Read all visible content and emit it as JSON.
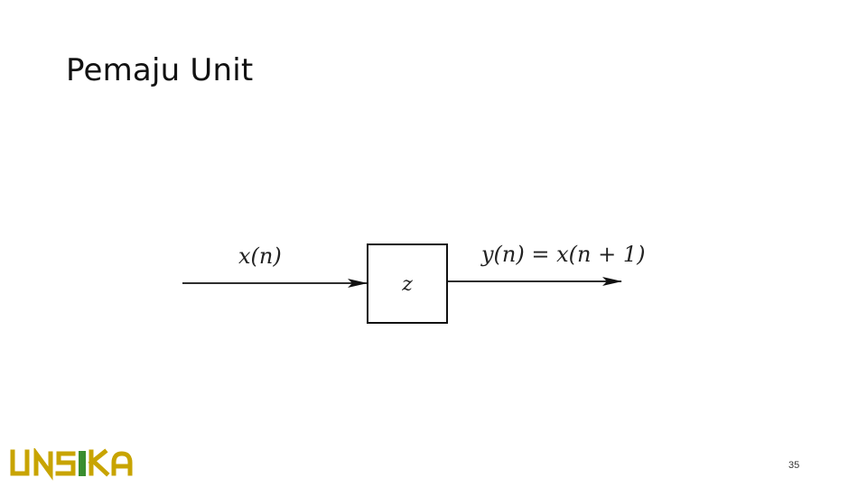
{
  "slide": {
    "title": "Pemaju Unit",
    "page_number": "35"
  },
  "diagram": {
    "input_label": "x(n)",
    "block_label": "z",
    "output_label": "y(n) = x(n + 1)"
  },
  "logo": {
    "text": "UNSIKA",
    "colors": {
      "primary": "#c8a400",
      "accent": "#3a8d2f"
    }
  }
}
